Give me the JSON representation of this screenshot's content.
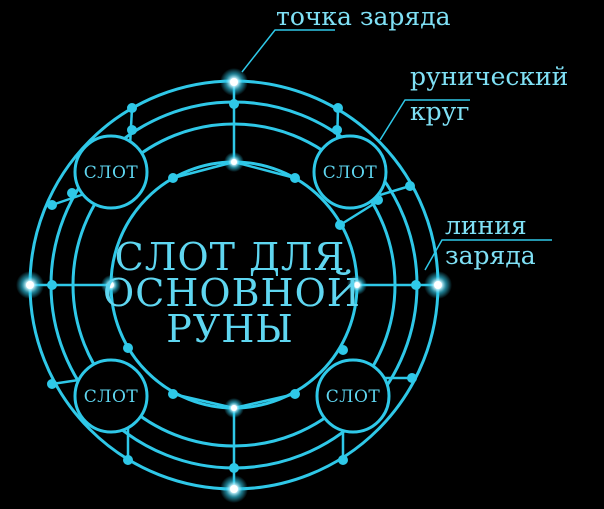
{
  "colors": {
    "background": "#000000",
    "accent": "#2FC8E8",
    "glow": "#FFFFFF"
  },
  "labels": {
    "charge_point": "точка заряда",
    "rune_circle_line1": "рунический",
    "rune_circle_line2": "круг",
    "charge_line_line1": "линия",
    "charge_line_line2": "заряда"
  },
  "center": {
    "line1": "СЛОТ ДЛЯ",
    "line2": "ОСНОВНОЙ",
    "line3": "РУНЫ"
  },
  "slots": {
    "top_left": "СЛОТ",
    "top_right": "СЛОТ",
    "bottom_left": "СЛОТ",
    "bottom_right": "СЛОТ"
  }
}
